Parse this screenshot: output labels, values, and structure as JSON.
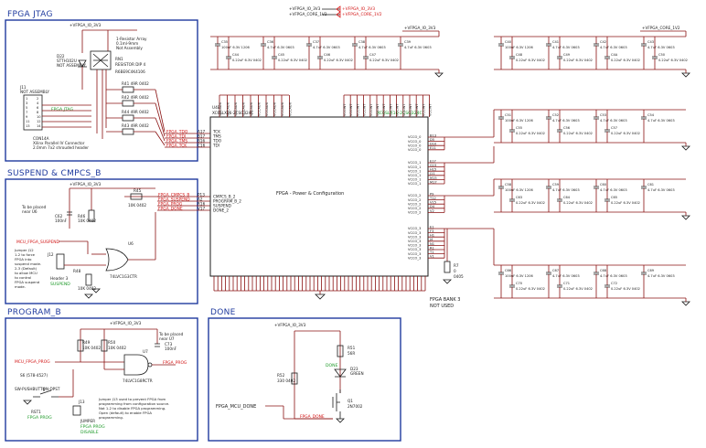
{
  "colors": {
    "wire": "#8a1010",
    "net_label": "#d21414",
    "section_border": "#1f3a9e",
    "note": "#1f9a2a",
    "ink": "#1a1a1a"
  },
  "top": {
    "pwr1": "+VFPGA_IO_3V3",
    "pwr2": "+VFPGA_CORE_1V2",
    "pwr_net1": "+VFPGA_IO_3V3",
    "pwr_net2": "+VFPGA_CORE_1V2"
  },
  "jtag": {
    "title": "FPGA JTAG",
    "pwr": "+VFPGA_IO_3V3",
    "array_note": [
      "1-Resistor Array",
      "0.1ml-9mm",
      "Not Assembly"
    ],
    "rn1": [
      "RN1",
      "RESISTOR DIP 4",
      "R6BE9C4K4106"
    ],
    "d22": [
      "D22",
      "STTH102U",
      "NOT ASSEMBLY"
    ],
    "j11": [
      "J11",
      "NOT ASSEMBLY"
    ],
    "label": "FPGA JTAG",
    "pins": [
      "1",
      "2",
      "3",
      "4",
      "5",
      "6",
      "7",
      "8",
      "9",
      "10",
      "11",
      "12",
      "13",
      "14"
    ],
    "conn": [
      "CON14A",
      "Xilinx Parallel IV Connector",
      "2.0mm 7x2 shrouded header"
    ],
    "resistors": [
      "R41  49R 0402",
      "R42  49R 0402",
      "R44  49R 0402",
      "R43  49R 0402"
    ],
    "nets": [
      "FPGA_TDO",
      "FPGA_TDI",
      "FPGA_TMS",
      "FPGA_TCK"
    ],
    "pinnums": [
      "A17",
      "B17",
      "B16",
      "C16"
    ],
    "sigs": [
      "TCK",
      "TMS",
      "TDO",
      "TDI"
    ]
  },
  "fpga": {
    "ref": "U4E",
    "part": "XC6SLX16-2CSG324C",
    "part_green": "XC6SLX16-2CSG324C",
    "title": "FPGA - Power & Configuration",
    "left_pins": [
      "CMPCS_B_2",
      "PROGRAM_B_2",
      "SUSPEND",
      "DONE_2"
    ],
    "left_nums": [
      "P13",
      "A2",
      "R16",
      "V17"
    ],
    "top_left": [
      "VCCAUX",
      "VCCAUX",
      "VCCAUX",
      "VCCAUX",
      "VCCAUX",
      "VCCAUX",
      "VCCAUX",
      "VCCAUX",
      "VCCAUX",
      "VCCAUX"
    ],
    "top_right": [
      "VCCINT",
      "VCCINT",
      "VCCINT",
      "VCCINT",
      "VCCINT",
      "VCCINT",
      "VCCINT",
      "VCCINT",
      "VCCINT",
      "VCCINT",
      "VCCINT",
      "VCCINT",
      "VCCINT",
      "VCCINT"
    ],
    "right_vcco0": "VCCO_0",
    "right_vcco1": "VCCO_1",
    "right_vcco2": "VCCO_2",
    "right_vcco3": "VCCO_3",
    "right_nums_a": [
      "B13",
      "D5",
      "D10",
      "E11"
    ],
    "right_nums_b": [
      "E17",
      "G15",
      "H15",
      "J11",
      "M15",
      "M17"
    ],
    "right_nums_c": [
      "P9",
      "T12",
      "V15",
      "D4",
      "V2"
    ],
    "right_nums_d": [
      "E1",
      "F3",
      "H1",
      "J4",
      "N1",
      "R1",
      "T1",
      "V1"
    ]
  },
  "decoupling": {
    "io_pwr": "+VFPGA_IO_3V3",
    "core_pwr": "+VFPGA_CORE_1V2",
    "top_left_caps": [
      "C35  100uF 6.3V 1206",
      "C36  4.7uF 6.3V 0603",
      "C37  4.7uF 6.3V 0603",
      "C38  4.7uF 6.3V 0603",
      "C39  4.7uF 6.3V 0603"
    ],
    "top_left_caps2": [
      "C44  0.22uF 6.3V 0402",
      "C45  0.22uF 6.3V 0402",
      "C46  0.22uF 6.3V 0402",
      "C47  0.22uF 6.3V 0402"
    ],
    "r1_caps": [
      "C40  100uF 6.3V 1206",
      "C41  4.7uF 6.3V 0603",
      "C42  4.7uF 6.3V 0603",
      "C43  4.7uF 6.3V 0603"
    ],
    "r1_caps2": [
      "C48  0.22uF 6.3V 0402",
      "C49  0.22uF 6.3V 0402",
      "C4A  0.22uF 6.3V 0402",
      "C50  0.22uF 6.3V 0402"
    ],
    "r2_caps": [
      "C51  100uF 6.3V 1206",
      "C52  4.7uF 6.3V 0603",
      "C53  4.7uF 6.3V 0603",
      "C54  4.7uF 6.3V 0603"
    ],
    "r2_caps2": [
      "C55  0.22uF 6.3V 0402",
      "C56  0.22uF 6.3V 0402",
      "C57  0.22uF 6.3V 0402"
    ],
    "r3_caps": [
      "C58  100uF 6.3V 1206",
      "C59  4.7uF 6.3V 0603",
      "C60  4.7uF 6.3V 0603",
      "C61  4.7uF 6.3V 0603"
    ],
    "r3_caps2": [
      "C63  0.22uF 6.3V 0402",
      "C64  0.22uF 6.3V 0402",
      "C65  0.22uF 6.3V 0402"
    ],
    "r4_caps": [
      "C66  100uF 6.3V 1206",
      "C67  4.7uF 6.3V 0603",
      "C68  4.7uF 6.3V 0603",
      "C69  4.7uF 6.3V 0603"
    ],
    "r4_caps2": [
      "C70  0.22uF 6.3V 0402",
      "C71  0.22uF 6.3V 0402",
      "C72  0.22uF 6.3V 0402"
    ],
    "r7": [
      "R7",
      "0",
      "0405"
    ],
    "bank3": [
      "FPGA BANK 3",
      "NOT USED"
    ]
  },
  "suspend": {
    "title": "SUSPEND & CMPCS_B",
    "pwr": "+VFPGA_IO_3V3",
    "placed_note": [
      "To be placed",
      "near U6"
    ],
    "c62": [
      "C62",
      "100nF"
    ],
    "r46": [
      "R46",
      "10K 0402"
    ],
    "r45": [
      "R45",
      "10K 0402"
    ],
    "nets": [
      "FPGA_CMPCS_B",
      "FPGA_SUSPEND",
      "FPGA_PROG",
      "FPGA_DONE"
    ],
    "mcu_net": "MCU_FPGA_SUSPEND",
    "jumper_note": [
      "Jumper J12",
      "1-2 to force",
      "FPGA into",
      "suspend mode.",
      "2-3 (Default)",
      "to allow MCU",
      "to control",
      "FPGA suspend",
      "mode."
    ],
    "j12": [
      "J12",
      "Header 3",
      "SUSPEND"
    ],
    "u6": [
      "U6",
      "74LVC1G3CTR"
    ],
    "r48": [
      "R48",
      "10K 0402"
    ]
  },
  "program": {
    "title": "PROGRAM_B",
    "pwr": "+VFPGA_IO_3V3",
    "placed_note": [
      "To be placed",
      "near U7"
    ],
    "r49": [
      "R49",
      "10K 0402"
    ],
    "r50": [
      "R50",
      "10K 0402"
    ],
    "c73": [
      "C73",
      "100nF"
    ],
    "u7": [
      "U7",
      "74LVC1G8RCTR"
    ],
    "mcu_net": "MCU_FPGA_PROG",
    "fpga_net": "FPGA_PROG",
    "s_part": [
      "S6 (578-4527)"
    ],
    "switch": [
      "SW-PUSHBUTTON-DPST",
      "RST1",
      "FPGA PROG"
    ],
    "j13": [
      "J13",
      "JUMPER",
      "FPGA PROG",
      "DISABLE"
    ],
    "jumper_note": [
      "Jumper J13 used to prevent FPGA from",
      "programming from configuration source.",
      "Not 1-2 to disable FPGA programming.",
      "Open (default) to enable FPGA",
      "programming."
    ]
  },
  "done": {
    "title": "DONE",
    "pwr": "+VFPGA_IO_3V3",
    "r51": [
      "R51",
      "56R"
    ],
    "r52": [
      "R52",
      "330 0402"
    ],
    "d23": [
      "D23",
      "GREEN"
    ],
    "done_led": "DONE",
    "q1": [
      "Q1",
      "2N7002"
    ],
    "mcu_net": "FPGA_MCU_DONE",
    "fpga_net": "FPGA_DONE"
  }
}
